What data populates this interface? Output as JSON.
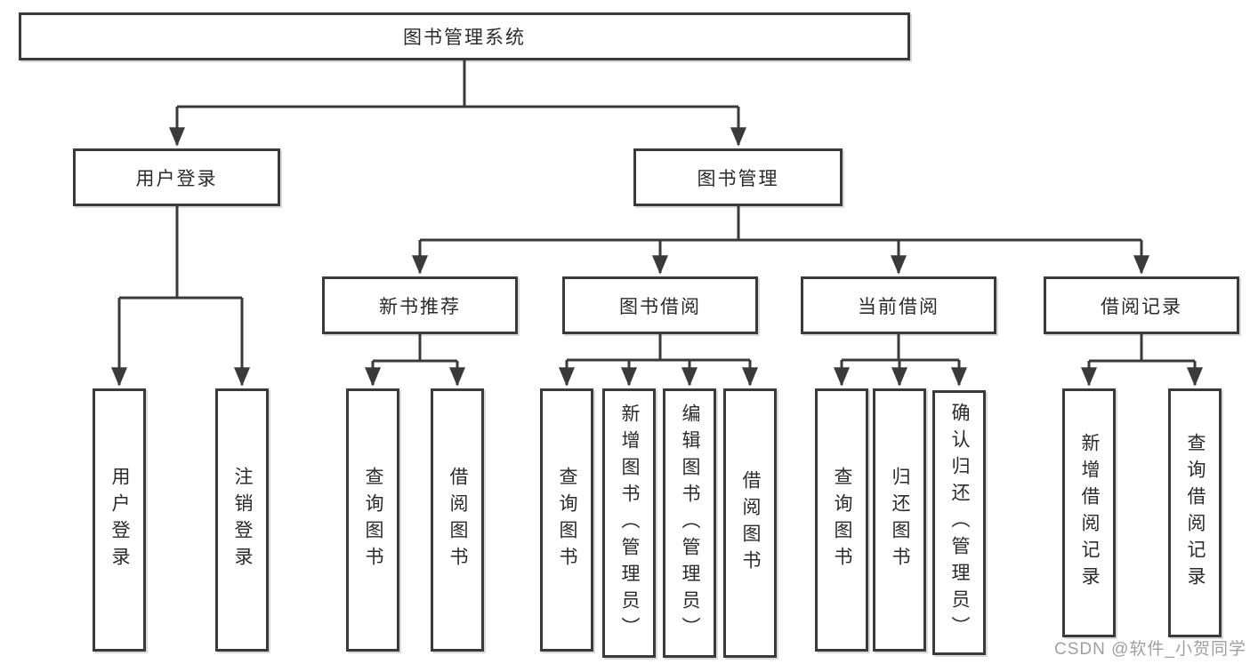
{
  "colors": {
    "page_bg": "#ffffff",
    "line": "#3a3a3a",
    "border": "#3a3a3a",
    "text": "#2b2b2b",
    "watermark": "#9f9f9f"
  },
  "diagram": {
    "root": {
      "label": "图书管理系统"
    },
    "level2": {
      "user_login": {
        "label": "用户登录"
      },
      "book_management": {
        "label": "图书管理"
      }
    },
    "level3": {
      "new_book_recommend": {
        "label": "新书推荐"
      },
      "book_borrow": {
        "label": "图书借阅"
      },
      "current_borrow": {
        "label": "当前借阅"
      },
      "borrow_records": {
        "label": "借阅记录"
      }
    },
    "leaves": {
      "user_login": [
        "用户登录",
        "注销登录"
      ],
      "new_book_recommend": [
        "查询图书",
        "借阅图书"
      ],
      "book_borrow": [
        "查询图书",
        "新增图书（管理员）",
        "编辑图书（管理员）",
        "借阅图书"
      ],
      "current_borrow": [
        "查询图书",
        "归还图书",
        "确认归还（管理员）"
      ],
      "borrow_records": [
        "新增借阅记录",
        "查询借阅记录"
      ]
    }
  },
  "watermark": {
    "text": "CSDN @软件_小贺同学"
  }
}
